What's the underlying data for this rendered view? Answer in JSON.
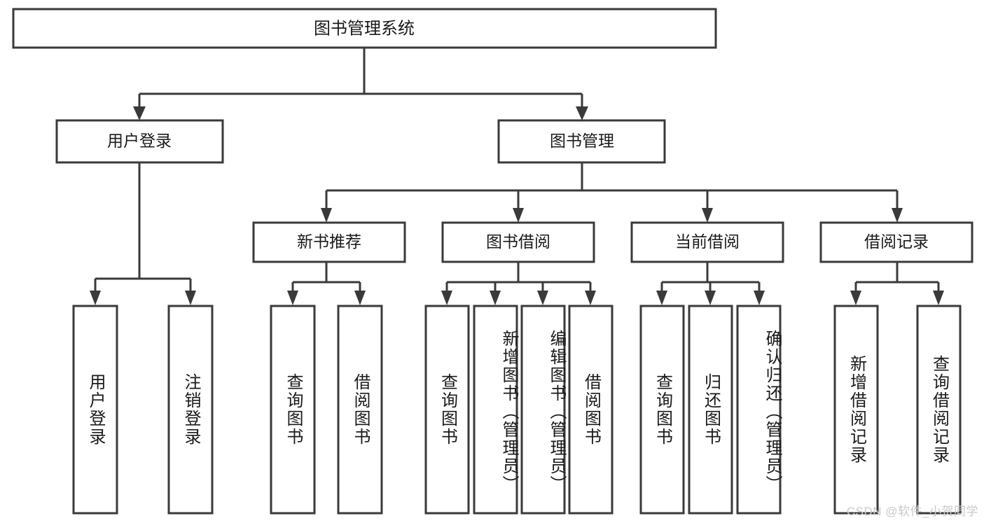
{
  "diagram": {
    "type": "tree",
    "title": "图书管理系统",
    "orientation": "top-down",
    "levels": 4,
    "colors": {
      "box_fill": "#ffffff",
      "box_stroke": "#3a3a3a",
      "connector": "#3a3a3a",
      "text": "#1a1a1a",
      "background": "#ffffff",
      "watermark": "#c9c9c9"
    }
  },
  "root": {
    "label": "图书管理系统"
  },
  "level2": [
    {
      "label": "用户登录"
    },
    {
      "label": "图书管理"
    }
  ],
  "level3": [
    {
      "label": "新书推荐"
    },
    {
      "label": "图书借阅"
    },
    {
      "label": "当前借阅"
    },
    {
      "label": "借阅记录"
    }
  ],
  "leaves": {
    "user_login": [
      {
        "label": "用户登录"
      },
      {
        "label": "注销登录"
      }
    ],
    "new_book_recommend": [
      {
        "label": "查询图书"
      },
      {
        "label": "借阅图书"
      }
    ],
    "book_borrow": [
      {
        "label": "查询图书"
      },
      {
        "label": "新增图书（管理员）"
      },
      {
        "label": "编辑图书（管理员）"
      },
      {
        "label": "借阅图书"
      }
    ],
    "current_borrow": [
      {
        "label": "查询图书"
      },
      {
        "label": "归还图书"
      },
      {
        "label": "确认归还（管理员）"
      }
    ],
    "borrow_record": [
      {
        "label": "新增借阅记录"
      },
      {
        "label": "查询借阅记录"
      }
    ]
  },
  "watermark": {
    "text": "CSDN @软件_小贺同学"
  }
}
